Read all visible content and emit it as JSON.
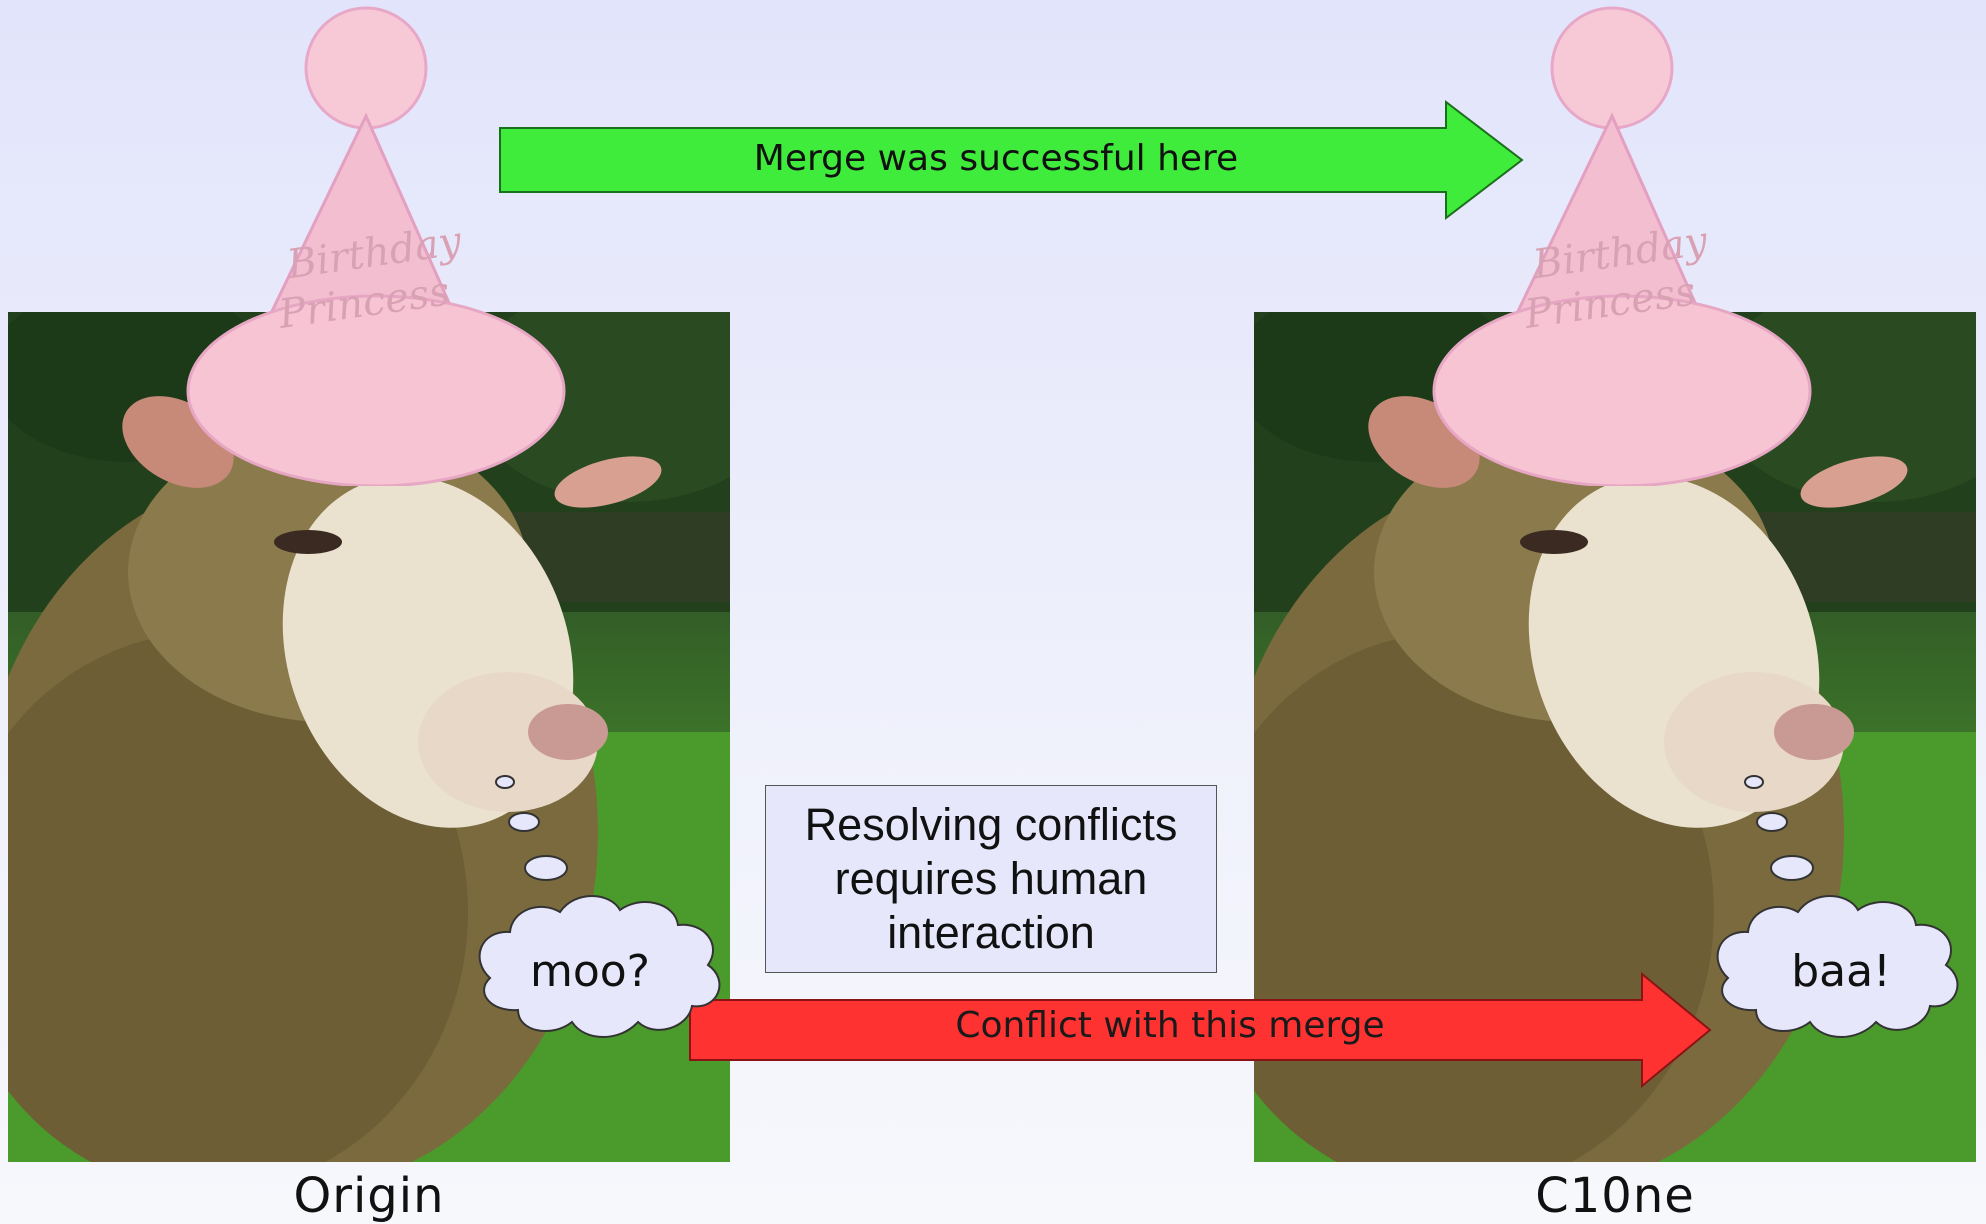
{
  "merge_arrow": {
    "label": "Merge was successful here",
    "color": "#3fec3c"
  },
  "conflict_arrow": {
    "label": "Conflict with this merge",
    "color": "#ff3232"
  },
  "resolve_box": {
    "text": "Resolving conflicts requires human interaction"
  },
  "origin": {
    "caption": "Origin",
    "thought": "moo?",
    "hat_text": "Birthday Princess"
  },
  "clone": {
    "caption": "C10ne",
    "thought": "baa!",
    "hat_text": "Birthday Princess"
  }
}
